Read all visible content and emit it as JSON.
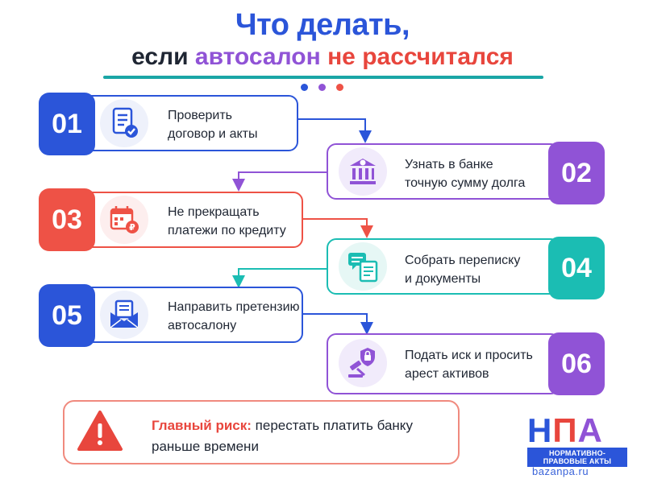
{
  "title": {
    "line1": "Что делать,",
    "line2_prefix": "если",
    "line2_purple": "автосалон",
    "line2_red": "не рассчитался"
  },
  "steps": [
    {
      "num": "01",
      "line1": "Проверить",
      "line2": "договор и акты",
      "icon": "document-check-icon",
      "color": "#2b55d9"
    },
    {
      "num": "02",
      "line1": "Узнать в банке",
      "line2": "точную сумму долга",
      "icon": "bank-icon",
      "color": "#9053d6"
    },
    {
      "num": "03",
      "line1": "Не прекращать",
      "line2": "платежи по кредиту",
      "icon": "calendar-ruble-icon",
      "color": "#ee5246"
    },
    {
      "num": "04",
      "line1": "Собрать переписку",
      "line2": "и документы",
      "icon": "chat-documents-icon",
      "color": "#1bbdb3"
    },
    {
      "num": "05",
      "line1": "Направить претензию",
      "line2": "автосалону",
      "icon": "envelope-letter-icon",
      "color": "#2b55d9"
    },
    {
      "num": "06",
      "line1": "Подать иск и просить",
      "line2": "арест активов",
      "icon": "gavel-lock-icon",
      "color": "#9053d6"
    }
  ],
  "risk": {
    "label": "Главный риск:",
    "text1": "перестать платить банку",
    "text2": "раньше времени",
    "icon": "warning-icon",
    "color": "#e8463d"
  },
  "logo": {
    "letter1": "Н",
    "letter2": "П",
    "letter3": "А",
    "subtitle": "НОРМАТИВНО-ПРАВОВЫЕ АКТЫ",
    "site": "bazanpa.ru"
  }
}
